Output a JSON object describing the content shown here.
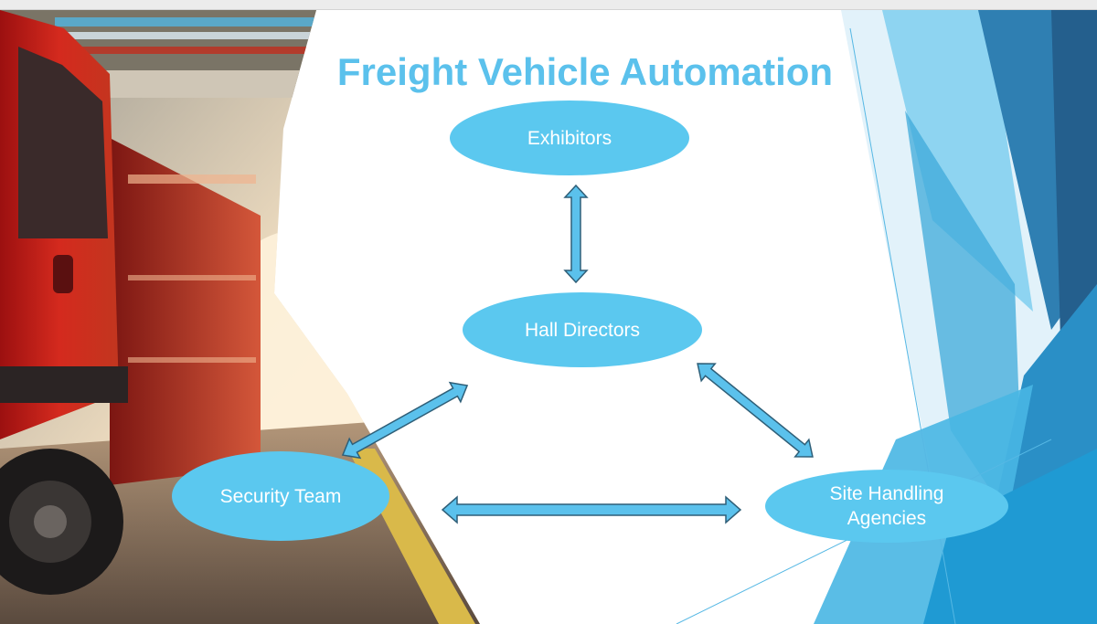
{
  "slide": {
    "title": "Freight Vehicle Automation",
    "nodes": {
      "exhibitors": "Exhibitors",
      "hall_directors": "Hall Directors",
      "security_team": "Security Team",
      "site_handling_line1": "Site Handling",
      "site_handling_line2": "Agencies"
    }
  },
  "colors": {
    "node_fill": "#5bc8ef",
    "title": "#5bc1ec",
    "arrow_fill": "#5bc1ec",
    "arrow_stroke": "#2f5f78",
    "accent_dark": "#2a6e9e"
  }
}
